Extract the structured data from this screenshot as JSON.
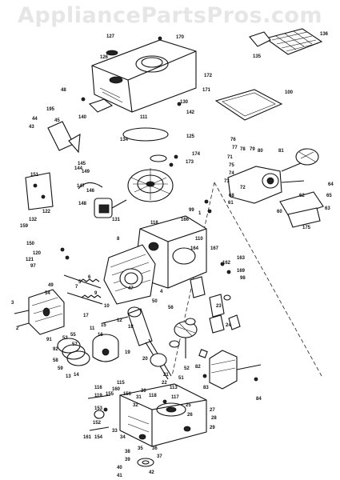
{
  "watermark": "AppliancePartsPros.com",
  "diagram": {
    "part_labels": [
      "136",
      "135",
      "127",
      "170",
      "126",
      "172",
      "171",
      "100",
      "48",
      "130",
      "195",
      "44",
      "43",
      "45",
      "111",
      "140",
      "142",
      "134",
      "125",
      "174",
      "173",
      "76",
      "77",
      "78",
      "79",
      "80",
      "81",
      "71",
      "75",
      "74",
      "73",
      "72",
      "68",
      "61",
      "62",
      "65",
      "63",
      "64",
      "60",
      "175",
      "151",
      "145",
      "144",
      "149",
      "147",
      "146",
      "148",
      "122",
      "132",
      "159",
      "150",
      "131",
      "120",
      "121",
      "97",
      "166",
      "118",
      "110",
      "164",
      "167",
      "163",
      "162",
      "169",
      "98",
      "99",
      "1",
      "8",
      "6",
      "5",
      "7",
      "9",
      "10",
      "47",
      "49",
      "54",
      "55",
      "53",
      "57",
      "58",
      "59",
      "13",
      "14",
      "15",
      "16",
      "17",
      "11",
      "12",
      "18",
      "19",
      "20",
      "21",
      "22",
      "51",
      "52",
      "3",
      "2",
      "4",
      "50",
      "56",
      "91",
      "92",
      "82",
      "83",
      "84",
      "23",
      "24",
      "25",
      "26",
      "27",
      "28",
      "29",
      "30",
      "31",
      "32",
      "33",
      "34",
      "35",
      "36",
      "37",
      "38",
      "39",
      "40",
      "41",
      "42",
      "113",
      "117",
      "118",
      "119",
      "153",
      "152",
      "155",
      "156",
      "116",
      "154",
      "115",
      "160",
      "161"
    ]
  }
}
